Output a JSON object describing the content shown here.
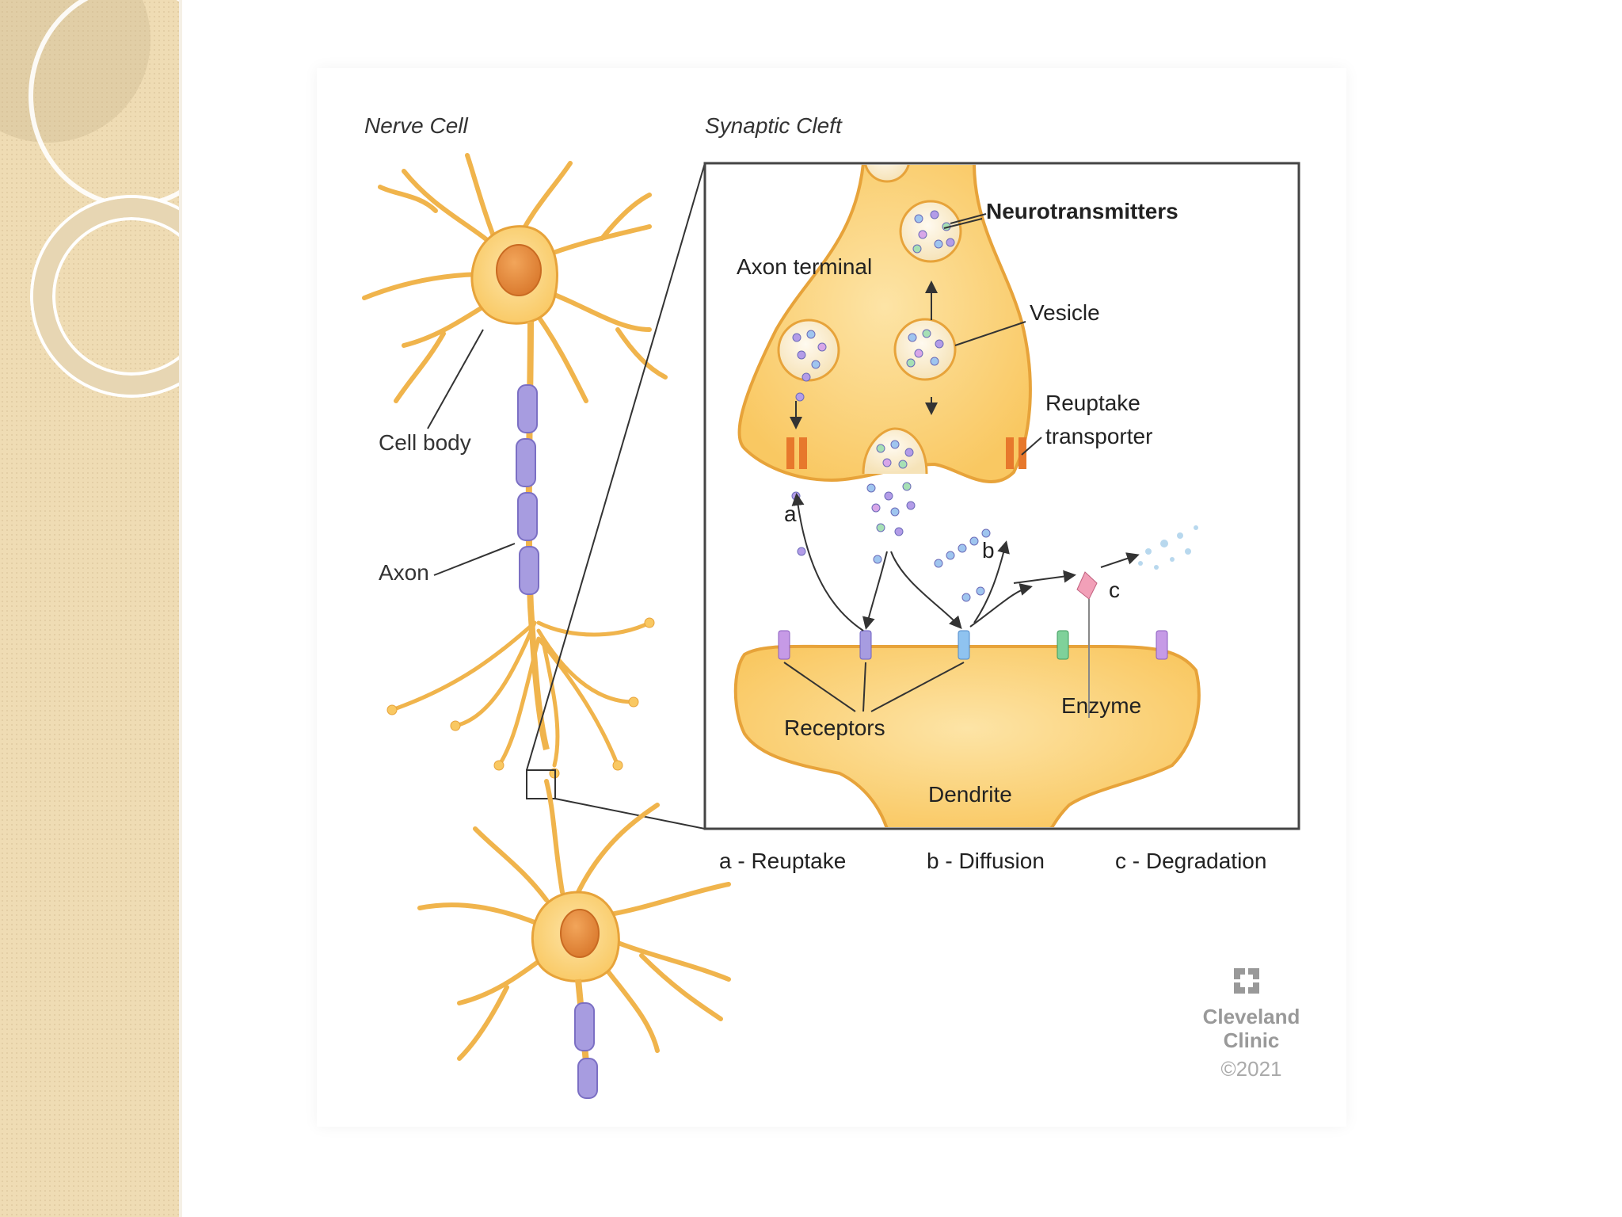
{
  "labels": {
    "nerve_cell": "Nerve Cell",
    "synaptic_cleft": "Synaptic Cleft",
    "cell_body": "Cell body",
    "axon": "Axon",
    "axon_terminal": "Axon terminal",
    "neurotransmitters": "Neurotransmitters",
    "vesicle": "Vesicle",
    "reuptake_transporter_line1": "Reuptake",
    "reuptake_transporter_line2": "transporter",
    "receptors": "Receptors",
    "enzyme": "Enzyme",
    "dendrite": "Dendrite",
    "marker_a": "a",
    "marker_b": "b",
    "marker_c": "c"
  },
  "legend": [
    {
      "text": "a - Reuptake"
    },
    {
      "text": "b - Diffusion"
    },
    {
      "text": "c - Degradation"
    }
  ],
  "logo": {
    "line1": "Cleveland",
    "line2": "Clinic",
    "copyright": "©2021",
    "icon": "cleveland-clinic-logo-icon"
  },
  "colors": {
    "neuron_fill": "#fbd27a",
    "neuron_stroke": "#e7a33a",
    "nucleus": "#e58c3a",
    "myelin": "#9b8fd6",
    "sidebar": "#efdcb4"
  }
}
